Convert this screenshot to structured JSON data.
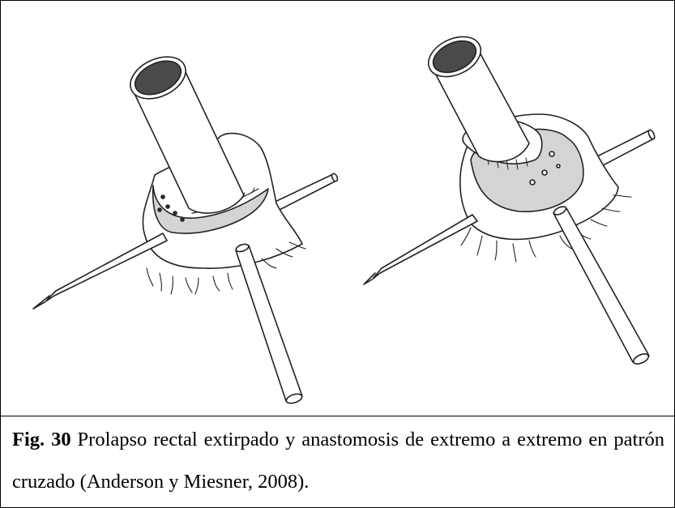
{
  "figure": {
    "icons": [
      "surgical-illustration-left",
      "surgical-illustration-right"
    ]
  },
  "caption": {
    "label": "Fig. 30",
    "text": " Prolapso rectal extirpado y anastomosis de extremo a extremo en patrón cruzado (Anderson y Miesner, 2008)."
  }
}
